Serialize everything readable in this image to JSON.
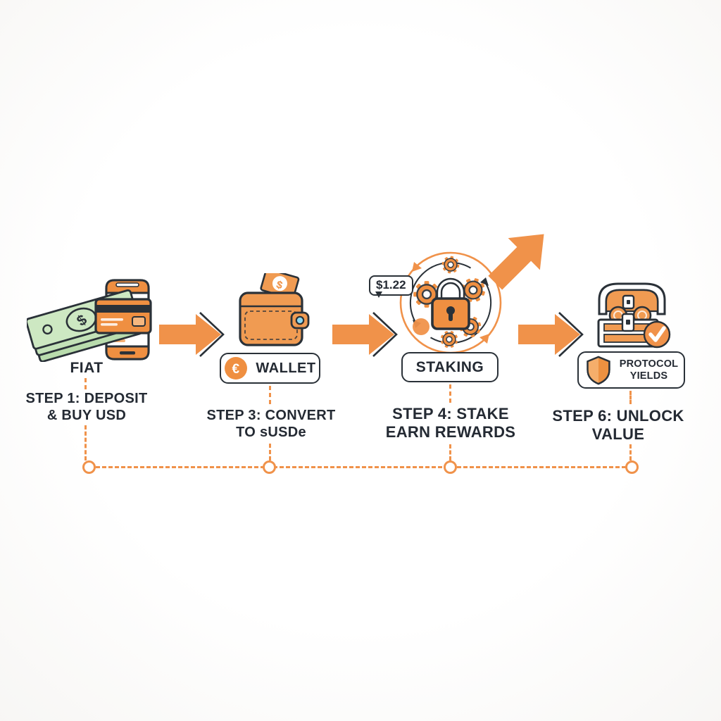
{
  "palette": {
    "orange": "#F0924A",
    "orange_fill": "#EF8F41",
    "dark": "#2A3138",
    "green_light": "#CDE8C2",
    "green_mid": "#B9DCAD",
    "blue_clasp": "#8ED8F0",
    "background": "#FFFFFF"
  },
  "glyphs": {
    "dollar": "$",
    "euro": "€"
  },
  "steps": [
    {
      "name": "fiat",
      "icon": "cash-and-card-icon",
      "label": "FIAT",
      "caption": [
        "STEP 1: DEPOSIT",
        "& BUY USD"
      ]
    },
    {
      "name": "wallet",
      "icon": "wallet-icon",
      "badge_icon": "euro-coin-icon",
      "badge_symbol": "€",
      "label": "WALLET",
      "caption": [
        "STEP 3: CONVERT",
        "TO sUSDe"
      ]
    },
    {
      "name": "staking",
      "icon": "staking-lock-gears-icon",
      "price_bubble": "$1.22",
      "label": "STAKING",
      "caption": [
        "STEP 4: STAKE",
        "EARN REWARDS"
      ]
    },
    {
      "name": "protocol-yields",
      "icon": "treasure-chest-icon",
      "badge_icon": "shield-icon",
      "label_lines": [
        "PROTOCOL",
        "YIELDS"
      ],
      "caption": [
        "STEP 6: UNLOCK",
        "VALUE"
      ]
    }
  ]
}
